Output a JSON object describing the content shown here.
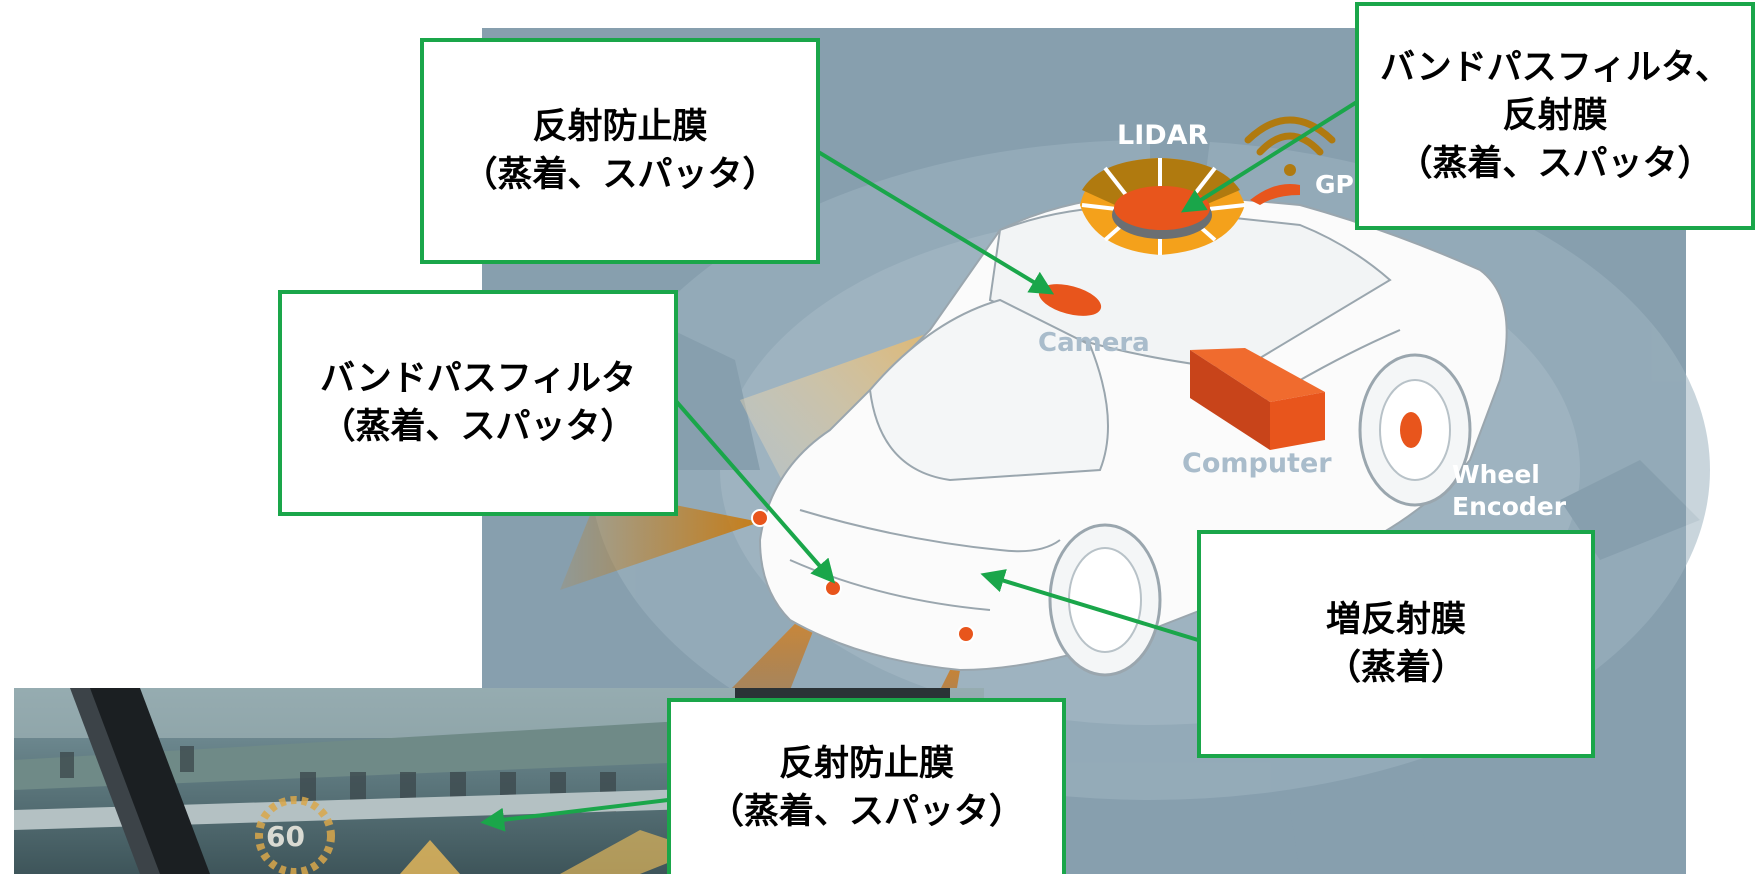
{
  "colors": {
    "panel_bg": "#879fae",
    "accent_green": "#1aa64a",
    "sensor_orange": "#e8551c",
    "beam_orange": "#f4a11b",
    "label_blue_gray": "#a9bccb"
  },
  "labels": {
    "lidar": "LIDAR",
    "gps": "GP",
    "camera": "Camera",
    "computer": "Computer",
    "wheel_encoder_line1": "Wheel",
    "wheel_encoder_line2": "Encoder",
    "hud_speed": "60"
  },
  "callouts": {
    "top_center": {
      "line1": "反射防止膜",
      "line2": "（蒸着、スパッタ）"
    },
    "top_right": {
      "line1": "バンドパスフィルタ、",
      "line2": "反射膜",
      "line3": "（蒸着、スパッタ）"
    },
    "middle_left": {
      "line1": "バンドパスフィルタ",
      "line2": "（蒸着、スパッタ）"
    },
    "right": {
      "line1": "増反射膜",
      "line2": "（蒸着）"
    },
    "bottom": {
      "line1": "反射防止膜",
      "line2": "（蒸着、スパッタ）"
    }
  }
}
